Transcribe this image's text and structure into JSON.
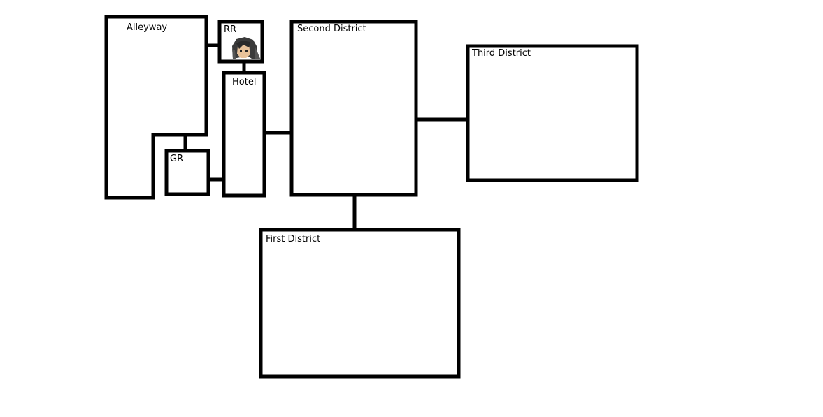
{
  "map": {
    "rooms": {
      "alleyway": "Alleyway",
      "rr": "RR",
      "hotel": "Hotel",
      "gr": "GR",
      "second_district": "Second District",
      "third_district": "Third District",
      "first_district": "First District"
    },
    "player_marker": "character-portrait-icon",
    "colors": {
      "wall": "#000000",
      "background": "#ffffff",
      "hair": "#3a3a3a",
      "skin": "#e8c29a"
    }
  }
}
